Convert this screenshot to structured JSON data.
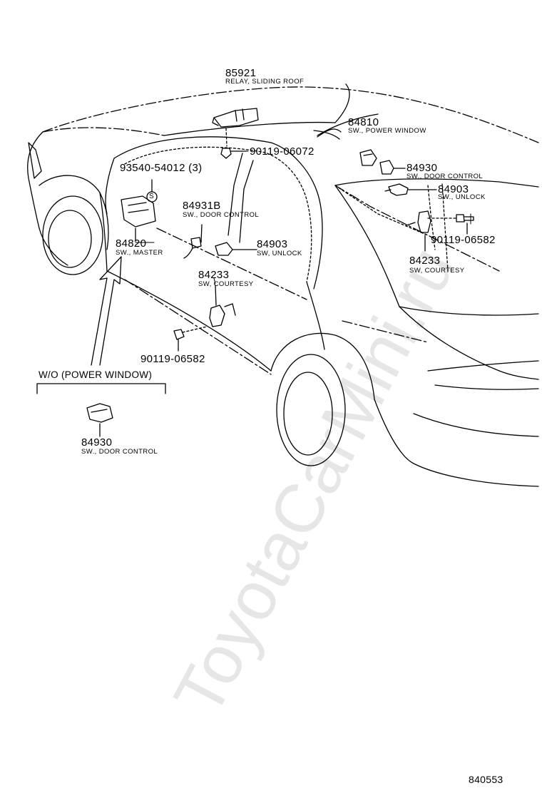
{
  "parts": {
    "relay_sliding_roof": {
      "number": "85921",
      "name": "RELAY, SLIDING ROOF"
    },
    "bolt_upper": {
      "number": "90119-06072"
    },
    "sw_power_window": {
      "number": "84810",
      "name": "SW., POWER WINDOW"
    },
    "sw_door_control_right": {
      "number": "84930",
      "name": "SW., DOOR CONTROL"
    },
    "sw_unlock_right": {
      "number": "84903",
      "name": "SW., UNLOCK"
    },
    "bolt_right": {
      "number": "90119-06582"
    },
    "sw_courtesy_right": {
      "number": "84233",
      "name": "SW, COURTESY"
    },
    "screw": {
      "number": "93540-54012 (3)",
      "marker": "S"
    },
    "sw_door_control_left": {
      "number": "84931B",
      "name": "SW., DOOR CONTROL"
    },
    "sw_master": {
      "number": "84820",
      "name": "SW., MASTER"
    },
    "sw_unlock_left": {
      "number": "84903",
      "name": "SW, UNLOCK"
    },
    "sw_courtesy_left": {
      "number": "84233",
      "name": "SW, COURTESY"
    },
    "bolt_left": {
      "number": "90119-06582"
    },
    "sw_door_control_wo": {
      "number": "84930",
      "name": "SW., DOOR CONTROL"
    }
  },
  "variant_label": "W/O (POWER WINDOW)",
  "diagram_code": "840553",
  "watermark": "ToyotaCarMini.ru",
  "colors": {
    "line": "#000000",
    "background": "#ffffff",
    "watermark": "#e4e4e4"
  }
}
